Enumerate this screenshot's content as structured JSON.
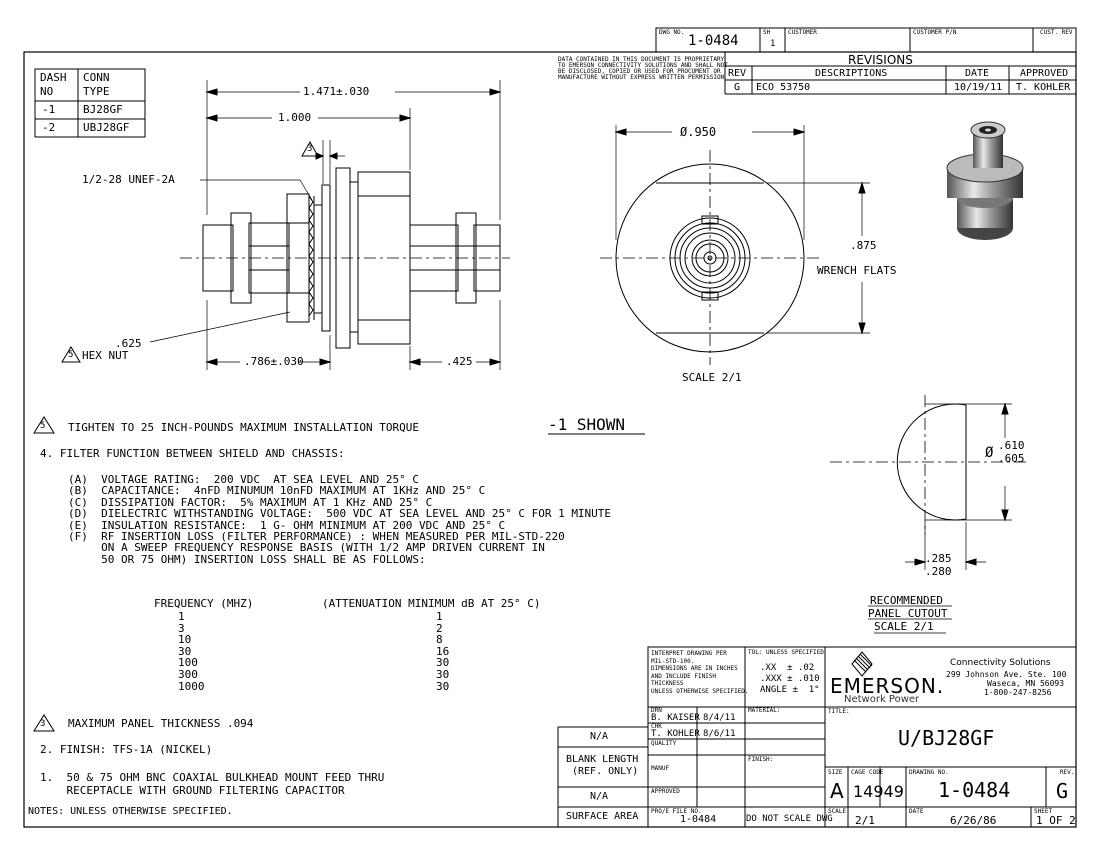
{
  "header": {
    "dwg_no_label": "DWG NO.",
    "dwg_no": "1-0484",
    "sh_label": "SH",
    "sh": "1",
    "customer_label": "CUSTOMER",
    "customer_pn_label": "CUSTOMER P/N",
    "cust_rev_label": "CUST. REV"
  },
  "proprietary": [
    "DATA CONTAINED IN THIS DOCUMENT IS PROPRIETARY",
    "TO EMERSON CONNECTIVITY SOLUTIONS AND SHALL NOT",
    "BE DISCLOSED, COPIED OR USED FOR PROCUMENT OR",
    "MANUFACTURE WITHOUT EXPRESS WRITTEN PERMISSION"
  ],
  "revisions": {
    "title": "REVISIONS",
    "col_rev": "REV",
    "col_desc": "DESCRIPTIONS",
    "col_date": "DATE",
    "col_approved": "APPROVED",
    "rows": [
      {
        "rev": "G",
        "desc": "ECO 53750",
        "date": "10/19/11",
        "approved": "T. KOHLER"
      }
    ]
  },
  "dash_table": {
    "h1": "DASH",
    "h1b": "NO",
    "h2": "CONN",
    "h2b": "TYPE",
    "rows": [
      {
        "dash": "-1",
        "type": "BJ28GF"
      },
      {
        "dash": "-2",
        "type": "UBJ28GF"
      }
    ]
  },
  "dims": {
    "overall": "1.471±.030",
    "len": "1.000",
    "note3": "3",
    "thread": "1/2-28 UNEF-2A",
    "hexnut_dim": ".625",
    "hexnut_note": "5",
    "hexnut": "HEX NUT",
    "left": ".786±.030",
    "right": ".425",
    "dia": "Ø.950",
    "wrench1": ".875",
    "wrench2": "WRENCH FLATS",
    "scale_view": "SCALE  2/1",
    "shown": "-1 SHOWN",
    "cut_dia1": ".610",
    "cut_dia2": ".605",
    "cut_dia_sym": "Ø",
    "flat1": ".285",
    "flat2": ".280",
    "rec1": "RECOMMENDED",
    "rec2": "PANEL CUTOUT",
    "rec3": "SCALE  2/1"
  },
  "notes": {
    "n5_tag": "5",
    "n5": "TIGHTEN TO 25 INCH-POUNDS MAXIMUM INSTALLATION TORQUE",
    "n4": "4.  FILTER FUNCTION BETWEEN SHIELD AND CHASSIS:",
    "n4_items": [
      "(A)  VOLTAGE RATING:  200 VDC  AT SEA LEVEL AND 25° C",
      "(B)  CAPACITANCE:  4nFD MINUMUM 10nFD MAXIMUM AT 1KHz AND 25° C",
      "(C)  DISSIPATION FACTOR:  5% MAXIMUM AT 1 KHz AND 25° C",
      "(D)  DIELECTRIC WITHSTANDING VOLTAGE:  500 VDC AT SEA LEVEL AND 25° C FOR 1 MINUTE",
      "(E)  INSULATION RESISTANCE:  1 G- OHM MINIMUM AT 200 VDC AND 25° C",
      "(F)  RF INSERTION LOSS (FILTER PERFORMANCE) : WHEN MEASURED PER MIL-STD-220",
      "     ON A SWEEP FREQUENCY RESPONSE BASIS (WITH 1/2 AMP DRIVEN CURRENT IN",
      "     50 OR 75 OHM) INSERTION LOSS SHALL BE AS FOLLOWS:"
    ],
    "freq_header": "FREQUENCY (MHZ)",
    "atten_header": "(ATTENUATION MINIMUM dB AT 25° C)",
    "freq_rows": [
      {
        "f": "1",
        "a": "1"
      },
      {
        "f": "3",
        "a": "2"
      },
      {
        "f": "10",
        "a": "8"
      },
      {
        "f": "30",
        "a": "16"
      },
      {
        "f": "100",
        "a": "30"
      },
      {
        "f": "300",
        "a": "30"
      },
      {
        "f": "1000",
        "a": "30"
      }
    ],
    "n3_tag": "3",
    "n3": "MAXIMUM PANEL THICKNESS .094",
    "n2": "2.  FINISH:  TFS-1A (NICKEL)",
    "n1a": "1.  50 & 75 OHM BNC COAXIAL BULKHEAD MOUNT FEED THRU",
    "n1b": "    RECEPTACLE WITH GROUND FILTERING CAPACITOR",
    "footer": "NOTES: UNLESS OTHERWISE SPECIFIED."
  },
  "title_block": {
    "na1": "N/A",
    "blank1": "BLANK LENGTH",
    "blank2": "(REF. ONLY)",
    "na2": "N/A",
    "surface": "SURFACE AREA",
    "interp": [
      "INTERPRET DRAWING PER",
      "MIL-STD-100.",
      "DIMENSIONS ARE IN INCHES",
      "AND INCLUDE FINISH",
      "THICKNESS",
      "UNLESS OTHERWISE SPECIFIED."
    ],
    "tol_label": "TOL: UNLESS SPECIFIED",
    "tol1": ".XX  ± .02",
    "tol2": ".XXX ± .010",
    "tol3": "ANGLE ±  1°",
    "drn_label": "DRN",
    "drn": "B. KAISER",
    "drn_date": "8/4/11",
    "chk_label": "CHK",
    "chk": "T. KOHLER",
    "chk_date": "8/6/11",
    "quality_label": "QUALITY",
    "manuf_label": "MANUF",
    "approved_label": "APPROVED",
    "material_label": "MATERIAL:",
    "finish_label": "FINISH:",
    "profi_label": "PRO/E FILE NO.",
    "profi": "1-0484",
    "dont_scale": "DO NOT SCALE DWG",
    "company_name": "EMERSON.",
    "company_sub": "Network Power",
    "company_line1": "Connectivity Solutions",
    "company_line2": "299 Johnson Ave. Ste. 100",
    "company_line3": "Waseca, MN 56093",
    "company_line4": "1-800-247-8256",
    "title_label": "TITLE:",
    "title": "U/BJ28GF",
    "size_label": "SIZE",
    "size": "A",
    "cage_label": "CAGE CODE",
    "cage": "14949",
    "drawing_label": "DRAWING NO.",
    "drawing": "1-0484",
    "rev_label": "REV.",
    "rev": "G",
    "scale_label": "SCALE",
    "scale": "2/1",
    "date_label": "DATE",
    "date": "6/26/86",
    "sheet_label": "SHEET",
    "sheet": "1 OF 2"
  }
}
